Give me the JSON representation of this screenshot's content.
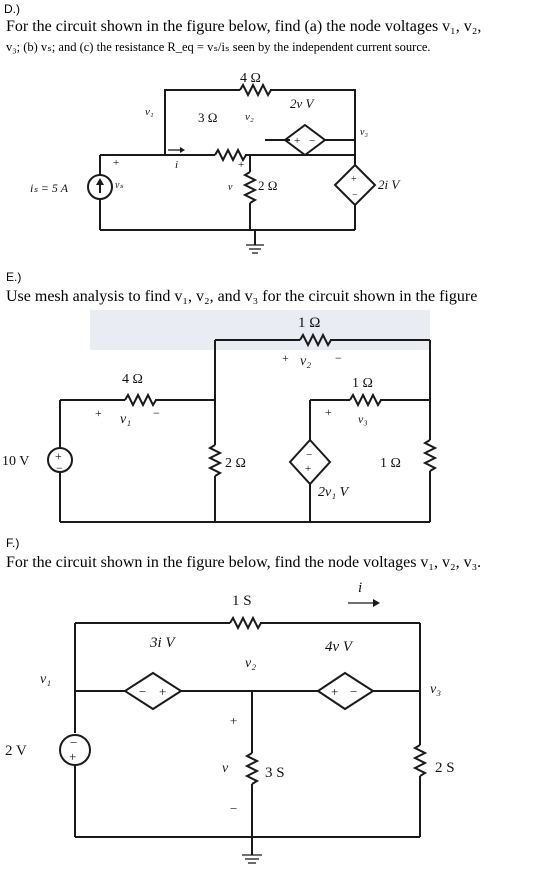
{
  "problems": [
    {
      "id": "D",
      "heading": "D.)",
      "statement_line1": "For the circuit shown in the figure below, find (a) the node voltages v₁, v₂,",
      "statement_line2": "v₃; (b) vₛ; and (c) the resistance R_eq = vₛ/iₛ seen by the independent current source.",
      "labels": {
        "r_top": "4 Ω",
        "r_mid": "3 Ω",
        "r_ground": "2 Ω",
        "dep_top": "2v V",
        "dep_right": "2i V",
        "source": "iₛ = 5 A",
        "v1": "v₁",
        "v2": "v₂",
        "v3": "v₃",
        "vs": "vₛ",
        "v": "v",
        "i": "i",
        "plus": "+",
        "minus": "−"
      }
    },
    {
      "id": "E",
      "heading": "E.)",
      "statement": "Use mesh analysis to find v₁, v₂, and v₃ for the circuit shown in the figure",
      "labels": {
        "r_top": "1 Ω",
        "r_left": "4 Ω",
        "r_mid": "2 Ω",
        "r_inner": "1 Ω",
        "r_right": "1 Ω",
        "source": "10 V",
        "dep": "2v₁ V",
        "v1": "v₁",
        "v2": "v₂",
        "v3": "v₃",
        "plus": "+",
        "minus": "−"
      }
    },
    {
      "id": "F",
      "heading": "F.)",
      "statement": "For the circuit shown in the figure below, find the node voltages v₁, v₂, v₃.",
      "labels": {
        "g_top": "1 S",
        "g_mid": "3 S",
        "g_right": "2 S",
        "i": "i",
        "dep_left": "3i V",
        "dep_right": "4v V",
        "source": "2 V",
        "v1": "v₁",
        "v2": "v₂",
        "v3": "v₃",
        "v": "v",
        "plus": "+",
        "minus": "−"
      }
    }
  ]
}
